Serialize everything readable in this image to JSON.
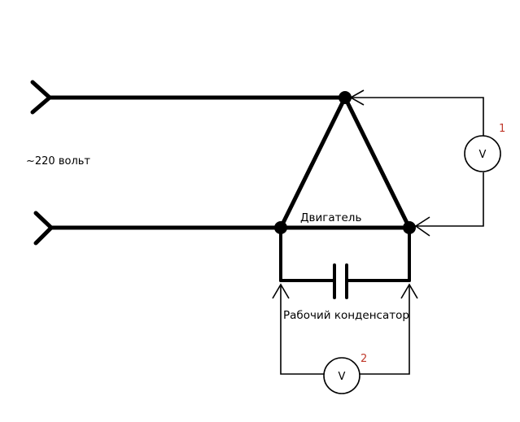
{
  "labels": {
    "voltage": "~220 вольт",
    "motor": "Двигатель",
    "capacitor": "Рабочий конденсатор"
  },
  "meters": [
    {
      "symbol": "V",
      "number": "1"
    },
    {
      "symbol": "V",
      "number": "2"
    }
  ],
  "colors": {
    "line": "#000000",
    "meter_number": "#c0392b",
    "background": "#ffffff"
  }
}
